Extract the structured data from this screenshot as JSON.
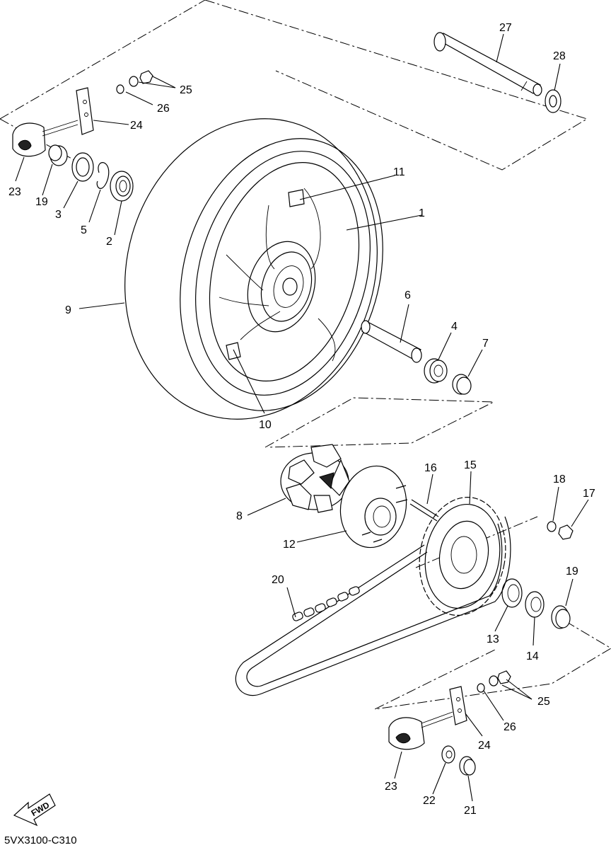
{
  "diagram": {
    "code": "5VX3100-C310",
    "fwd_label": "FWD",
    "callouts": [
      "1",
      "2",
      "3",
      "4",
      "5",
      "6",
      "7",
      "8",
      "9",
      "10",
      "11",
      "12",
      "13",
      "14",
      "15",
      "16",
      "17",
      "18",
      "19",
      "20",
      "21",
      "22",
      "23",
      "24",
      "25",
      "26",
      "27",
      "28",
      "19",
      "23",
      "24",
      "25",
      "26"
    ]
  }
}
